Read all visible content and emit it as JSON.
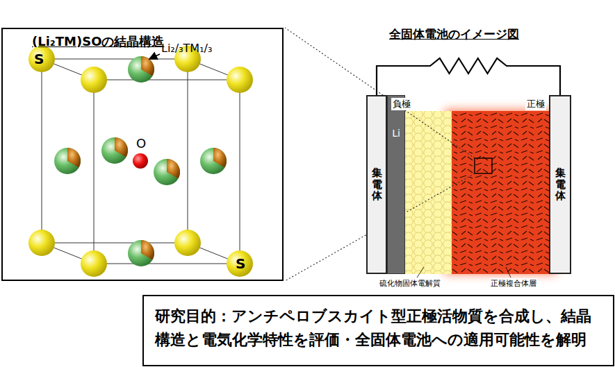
{
  "diagram": {
    "nodes": [
      {
        "text": [
          "(Li₂TM)SOの結晶構造"
        ]
      },
      {
        "text": [
          "集電体"
        ]
      },
      {
        "text": [
          "Li"
        ]
      },
      {
        "text": [
          "集電体"
        ]
      },
      {
        "text": [
          "研究目的：アンチペロブスカイト型正極活物質を合成し、結晶構造と電気化学特性を評価・全固体電池への適用可能性を解明"
        ]
      }
    ],
    "edges": [
      {
        "from": 1,
        "to": 3,
        "arrow": "none"
      }
    ],
    "labels": [
      "S",
      "S",
      "O",
      "Li₂/₃TM₁/₃",
      "全固体電池のイメージ図",
      "負極",
      "正極",
      "硫化物固体電解質",
      "正極複合体層"
    ]
  }
}
